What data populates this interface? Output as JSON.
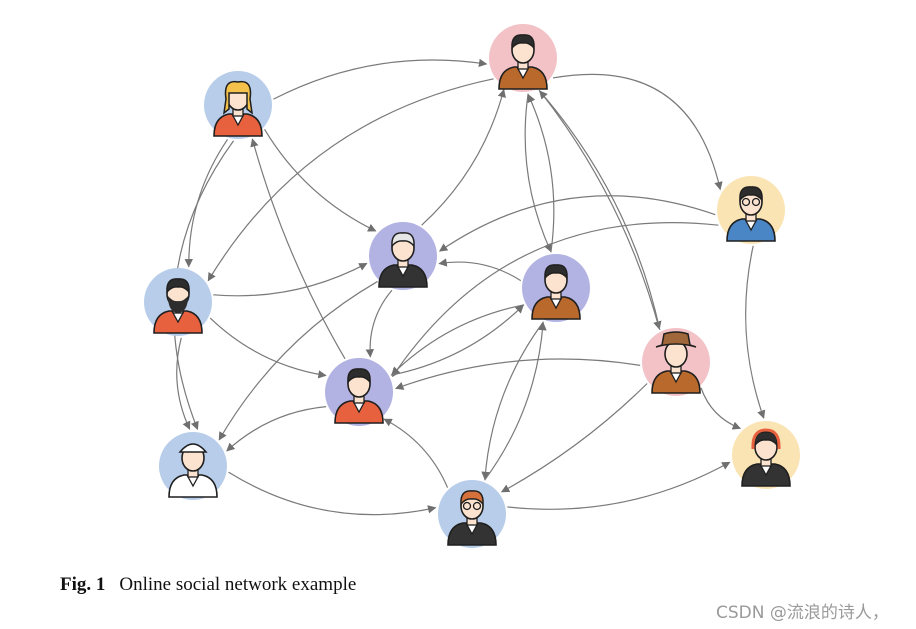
{
  "caption": {
    "fig_label": "Fig. 1",
    "text": "Online social network example"
  },
  "watermark": "CSDN @流浪的诗人，",
  "colors": {
    "edge": "#7a7a7a",
    "blue_bg": "#b7cdea",
    "purple_bg": "#b2b2e3",
    "pink_bg": "#f2c2c6",
    "yellow_bg": "#fbe4b4",
    "skin": "#fbe3cf",
    "outline": "#1f1f1f"
  },
  "nodes": [
    {
      "id": "woman-blonde",
      "bg": "blue",
      "hair": "#f4c24a",
      "shirt": "#e8613f",
      "icon": "woman-blonde-icon"
    },
    {
      "id": "man-suit-top",
      "bg": "pink",
      "hair": "#2d2d2d",
      "shirt": "#b9692c",
      "icon": "man-suit-icon"
    },
    {
      "id": "woman-glasses",
      "bg": "yellow",
      "hair": "#2d2d2d",
      "shirt": "#4a86c5",
      "icon": "woman-glasses-icon"
    },
    {
      "id": "old-man",
      "bg": "purple",
      "hair": "#e6e6e6",
      "shirt": "#333333",
      "icon": "old-man-icon"
    },
    {
      "id": "man-brown",
      "bg": "purple",
      "hair": "#2d2d2d",
      "shirt": "#b9692c",
      "icon": "man-brown-icon"
    },
    {
      "id": "bearded-man",
      "bg": "blue",
      "hair": "#2d2d2d",
      "shirt": "#e8613f",
      "icon": "bearded-man-icon"
    },
    {
      "id": "cowboy",
      "bg": "pink",
      "hair": "#a0683a",
      "shirt": "#b9692c",
      "icon": "cowboy-icon"
    },
    {
      "id": "man-red",
      "bg": "purple",
      "hair": "#2d2d2d",
      "shirt": "#e8613f",
      "icon": "man-red-icon"
    },
    {
      "id": "sailor",
      "bg": "blue",
      "hair": "#ffffff",
      "shirt": "#ffffff",
      "icon": "sailor-icon"
    },
    {
      "id": "headset-man",
      "bg": "yellow",
      "hair": "#2d2d2d",
      "shirt": "#333333",
      "icon": "headset-man-icon"
    },
    {
      "id": "glasses-man",
      "bg": "blue",
      "hair": "#d5713a",
      "shirt": "#333333",
      "icon": "glasses-man-icon"
    }
  ],
  "edges": [
    {
      "from": "woman-blonde",
      "to": "man-suit-top"
    },
    {
      "from": "woman-blonde",
      "to": "old-man"
    },
    {
      "from": "woman-blonde",
      "to": "bearded-man"
    },
    {
      "from": "woman-blonde",
      "to": "sailor"
    },
    {
      "from": "man-red",
      "to": "woman-blonde"
    },
    {
      "from": "man-suit-top",
      "to": "woman-glasses"
    },
    {
      "from": "man-suit-top",
      "to": "man-brown"
    },
    {
      "from": "man-suit-top",
      "to": "cowboy"
    },
    {
      "from": "man-suit-top",
      "to": "bearded-man"
    },
    {
      "from": "old-man",
      "to": "man-suit-top"
    },
    {
      "from": "man-brown",
      "to": "man-suit-top"
    },
    {
      "from": "cowboy",
      "to": "man-suit-top"
    },
    {
      "from": "woman-glasses",
      "to": "old-man"
    },
    {
      "from": "woman-glasses",
      "to": "headset-man"
    },
    {
      "from": "woman-glasses",
      "to": "man-red"
    },
    {
      "from": "man-brown",
      "to": "old-man"
    },
    {
      "from": "old-man",
      "to": "man-red"
    },
    {
      "from": "old-man",
      "to": "sailor"
    },
    {
      "from": "bearded-man",
      "to": "old-man"
    },
    {
      "from": "bearded-man",
      "to": "man-red"
    },
    {
      "from": "bearded-man",
      "to": "sailor"
    },
    {
      "from": "man-brown",
      "to": "man-red"
    },
    {
      "from": "man-red",
      "to": "man-brown"
    },
    {
      "from": "cowboy",
      "to": "man-red"
    },
    {
      "from": "cowboy",
      "to": "headset-man"
    },
    {
      "from": "cowboy",
      "to": "glasses-man"
    },
    {
      "from": "man-brown",
      "to": "glasses-man"
    },
    {
      "from": "glasses-man",
      "to": "man-brown"
    },
    {
      "from": "glasses-man",
      "to": "man-red"
    },
    {
      "from": "glasses-man",
      "to": "headset-man"
    },
    {
      "from": "sailor",
      "to": "glasses-man"
    },
    {
      "from": "man-red",
      "to": "sailor"
    }
  ]
}
